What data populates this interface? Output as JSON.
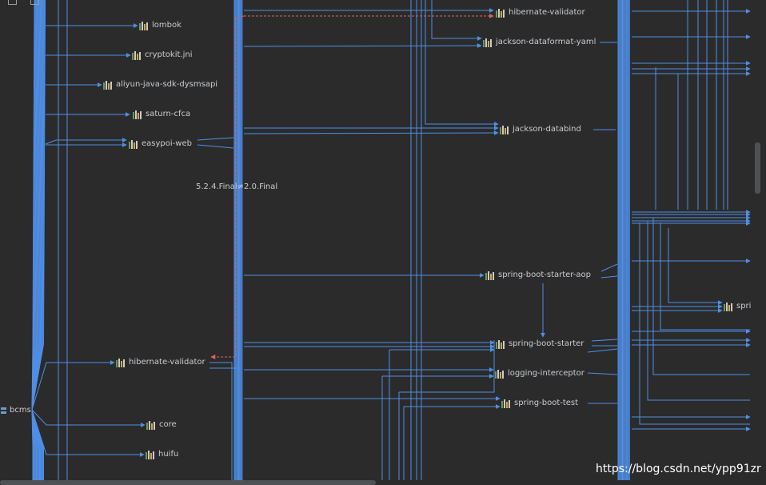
{
  "root": {
    "label": "bcms"
  },
  "nodes": {
    "lombok": "lombok",
    "cryptokit_jni": "cryptokit.jni",
    "aliyun_sdk": "aliyun-java-sdk-dysmsapi",
    "saturn_cfca": "saturn-cfca",
    "easypoi_web": "easypoi-web",
    "hibernate_validator_left": "hibernate-validator",
    "core": "core",
    "huifu": "huifu",
    "hibernate_validator_top": "hibernate-validator",
    "jackson_dataformat_yaml": "jackson-dataformat-yaml",
    "jackson_databind": "jackson-databind",
    "spring_boot_starter_aop": "spring-boot-starter-aop",
    "spring_boot_starter": "spring-boot-starter",
    "logging_interceptor": "logging-interceptor",
    "spring_boot_test": "spring-boot-test",
    "spri_partial": "spri"
  },
  "conflict": {
    "version_label": "5.2.4.Final≠2.0.Final"
  },
  "watermark": "https://blog.csdn.net/ypp91zr",
  "colors": {
    "background": "#2b2b2b",
    "edge": "#4f8fe6",
    "conflict_edge": "#e0605a",
    "text": "#c9ccd1"
  }
}
